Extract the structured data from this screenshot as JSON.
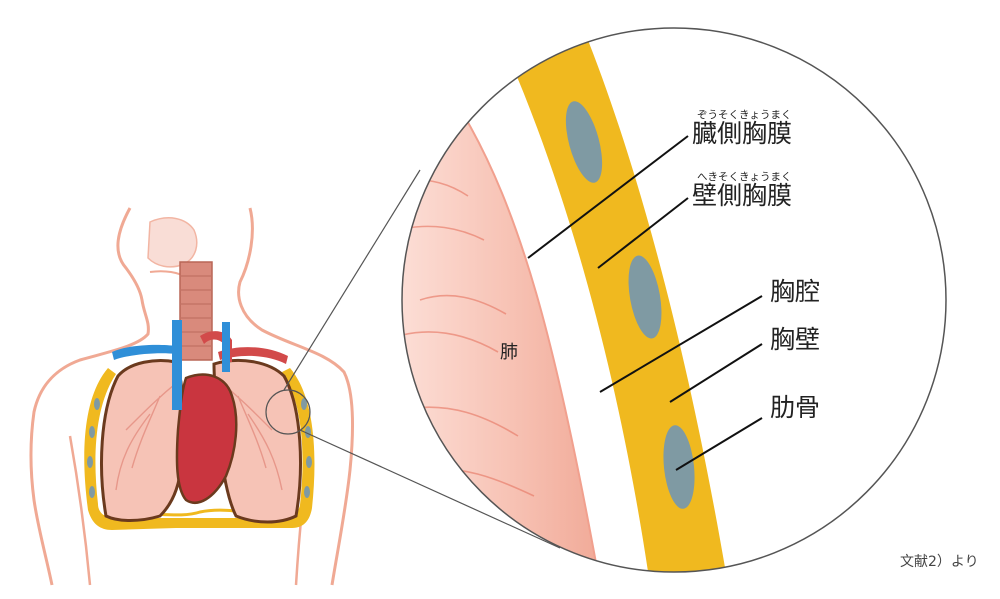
{
  "labels": {
    "visceral_pleura": {
      "text": "臓側胸膜",
      "ruby": "ぞうそくきょうまく"
    },
    "parietal_pleura": {
      "text": "壁側胸膜",
      "ruby": "へきそくきょうまく"
    },
    "pleural_cavity": "胸腔",
    "chest_wall": "胸壁",
    "rib": "肋骨",
    "lung": "肺"
  },
  "source_note": "文献2）より",
  "colors": {
    "skin_outline": "#f0a994",
    "lung_fill": "#f6c3b6",
    "lung_outline": "#6b3a1e",
    "heart": "#c9353f",
    "vein_blue": "#2f8fd8",
    "artery_red": "#d24a4a",
    "chest_wall_yellow": "#f0b91f",
    "rib_gray": "#7f9aa3",
    "leader_line": "#111111",
    "magnifier_outline": "#555555"
  }
}
